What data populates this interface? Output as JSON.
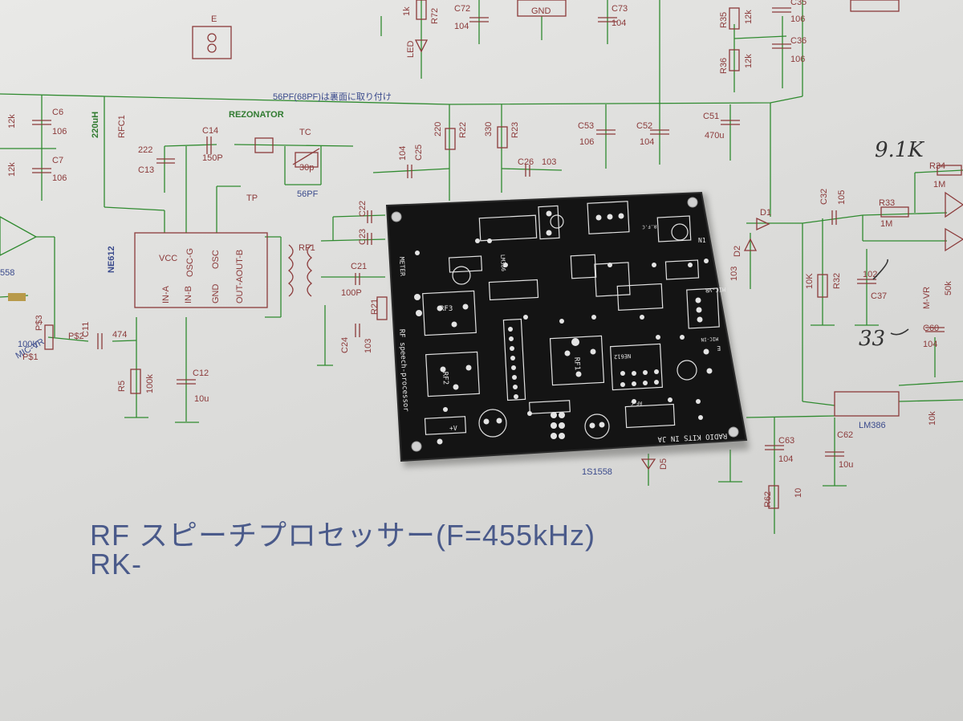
{
  "caption": {
    "title": "RF スピーチプロセッサー(F=455kHz)",
    "model": "RK-"
  },
  "schematic": {
    "note_top": "56PF(68PF)は裏面に取り付け",
    "resonator": "REZONATOR",
    "ic_mixer": "NE612",
    "ic_amp": "LM386",
    "ic_op": "558",
    "diode": "1S1558",
    "pins_mixer": [
      "VCC",
      "OSC-G",
      "OSC",
      "OUT-AOUT-B",
      "IN-A",
      "IN-B",
      "GND"
    ],
    "components": {
      "C6": "C6",
      "C6v": "106",
      "C7": "C7",
      "C7v": "106",
      "RFC1": "RFC1",
      "RFC1v": "220uH",
      "C14": "C14",
      "C14v": "150P",
      "C13": "C13",
      "C13v": "222",
      "TC": "TC",
      "TCv": "30p",
      "TCn": "56PF",
      "TP": "TP",
      "R22": "R22",
      "R22v": "220",
      "R23": "R23",
      "R23v": "330",
      "C25": "C25",
      "C25v": "104",
      "C26": "C26",
      "C26v": "103",
      "C53": "C53",
      "C53v": "106",
      "C52": "C52",
      "C52v": "104",
      "C51": "C51",
      "C51v": "470u",
      "C22": "C22",
      "C23": "C23",
      "C21": "C21",
      "C21v": "100P",
      "C24": "C24",
      "C24v": "103",
      "R21": "R21",
      "RF1": "RF1",
      "C11": "C11",
      "C11v": "474",
      "R5": "R5",
      "R5v": "100k",
      "C12": "C12",
      "C12v": "10u",
      "MICVR": "MIC-VR",
      "MICVRv": "100K",
      "PS2": "P$2",
      "PS3": "P$3",
      "PS1": "P$1",
      "R35": "R35",
      "R35v": "12k",
      "R36": "R36",
      "R36v": "12k",
      "C35": "C35",
      "C35v": "106",
      "C36": "C36",
      "C36v": "106",
      "C72": "C72",
      "C72v": "104",
      "C73": "C73",
      "C73v": "104",
      "R72": "R72",
      "R72v": "1k",
      "LED": "LED",
      "GND": "GND",
      "D1": "D1",
      "D2": "D2",
      "D2v": "103",
      "C32": "C32",
      "C32v": "105",
      "R33": "R33",
      "R33v": "1M",
      "R34": "R34",
      "R34v": "1M",
      "R32": "R32",
      "R32v": "10K",
      "C37": "C37",
      "C37v": "102",
      "MVR": "M-VR",
      "MVRv": "50k",
      "C60": "C60",
      "C60v": "104",
      "C62": "C62",
      "C62v": "10u",
      "C63": "C63",
      "C63v": "104",
      "R62": "R62",
      "R62v": "10",
      "D5": "D5",
      "r10k": "10k",
      "E": "E",
      "k12a": "12k",
      "k12b": "12k"
    },
    "handwritten": [
      "9.1K",
      "33"
    ]
  },
  "pcb": {
    "title": "RF speech-processor",
    "maker": "RADIO KITS IN JA",
    "labels": [
      "RF3",
      "RF2",
      "RF1",
      "NE612",
      "METER",
      "MIC-VR",
      "LM386",
      "R.F.C",
      "RF.C",
      "+V",
      "E",
      "MIC-IN",
      "N1"
    ]
  },
  "colors": {
    "paper": "#e4e4e2",
    "schematic_line": "#2f8a2f",
    "schematic_label": "#8b3a3a",
    "caption_blue": "#4a5a8a",
    "pcb_black": "#141414",
    "silk_white": "#e8e8e8"
  }
}
